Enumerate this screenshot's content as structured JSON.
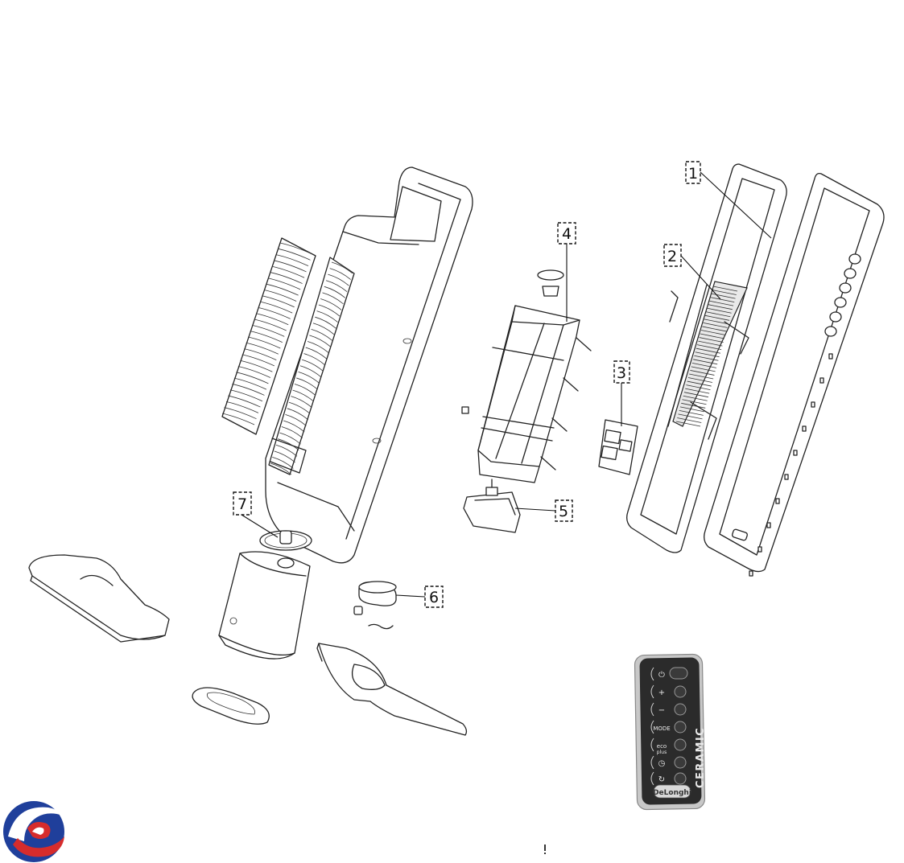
{
  "callouts": [
    {
      "id": "1",
      "label": "1"
    },
    {
      "id": "2",
      "label": "2"
    },
    {
      "id": "3",
      "label": "3"
    },
    {
      "id": "4",
      "label": "4"
    },
    {
      "id": "5",
      "label": "5"
    },
    {
      "id": "6",
      "label": "6"
    },
    {
      "id": "7",
      "label": "7"
    }
  ],
  "remote": {
    "buttons": [
      "⏻",
      "+",
      "−",
      "MODE",
      "eco",
      "plus",
      "◷",
      "↻"
    ],
    "brand_vertical": "CERAMIC",
    "logo": "DeLonghi"
  },
  "colors": {
    "line": "#222222",
    "remote_body": "#2a2a2a",
    "remote_frame": "#bdbdbd",
    "eco_green": "#4cc24a",
    "logo_red": "#d62c2c",
    "logo_blue": "#1f3f9b"
  }
}
